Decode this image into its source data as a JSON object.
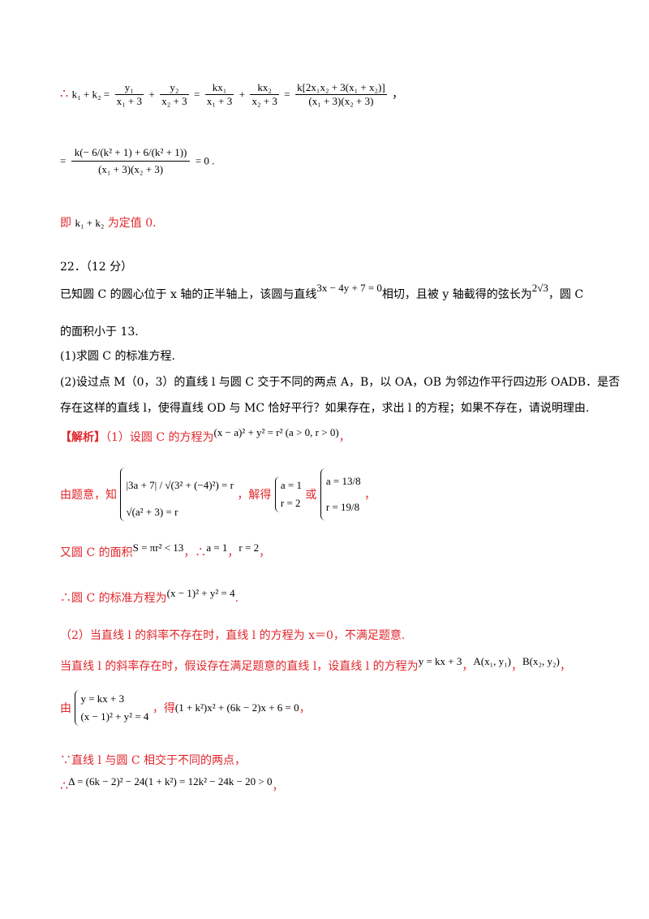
{
  "sym": {
    "therefore": "∴",
    "because": "∵"
  },
  "l1": {
    "math_lhs": "k₁ + k₂ =",
    "f1n": "y₁",
    "f1d": "x₁ + 3",
    "f2n": "y₂",
    "f2d": "x₂ + 3",
    "f3n": "kx₁",
    "f3d": "x₁ + 3",
    "f4n": "kx₂",
    "f4d": "x₂ + 3",
    "f5n": "k[2x₁x₂ + 3(x₁ + x₂)]",
    "f5d": "(x₁ + 3)(x₂ + 3)",
    "tail": "，"
  },
  "l2": {
    "num": "k(− 6/(k² + 1) + 6/(k² + 1))",
    "den": "(x₁ + 3)(x₂ + 3)",
    "tail": "= 0 ."
  },
  "l3": {
    "pre": "即",
    "math": "k₁ + k₂",
    "post": "为定值 0."
  },
  "q": {
    "number": "22．（12 分）",
    "p1a": "已知圆 C 的圆心位于 x 轴的正半轴上，该圆与直线",
    "p1m": "3x − 4y + 7 = 0",
    "p1b": "相切，且被 y 轴截得的弦长为",
    "p1m2": "2√3",
    "p1c": "，圆 C",
    "p2": "的面积小于 13.",
    "p3": "(1)求圆 C 的标准方程.",
    "p4": "(2)设过点 M（0，3）的直线 l 与圆 C 交于不同的两点 A，B，以 OA，OB 为邻边作平行四边形 OADB．是否",
    "p5": "存在这样的直线 l，使得直线 OD 与 MC 恰好平行？如果存在，求出 l 的方程；如果不存在，请说明理由."
  },
  "s": {
    "tag": "【解析】",
    "a1": "（1）设圆 C 的方程为",
    "a1m": "(x − a)² + y² = r² (a > 0, r > 0)",
    "a1t": "，",
    "b1": "由题意，知",
    "b_sys1": "|3a + 7| / √(3² + (−4)²) = r",
    "b_sys2": "√(a² + 3) = r",
    "b2": "，解得",
    "b_sol1": "a = 1",
    "b_sol2": "r = 2",
    "b3": "或",
    "b_sol3": "a = 13/8",
    "b_sol4": "r = 19/8",
    "b4": "，",
    "c1": "又圆 C 的面积",
    "c1m": "S = πr² < 13",
    "c2": "，∴",
    "c2m": "a = 1",
    "c3": "，",
    "c3m": "r = 2",
    "c4": "，",
    "d1": "∴圆 C 的标准方程为",
    "d1m": "(x − 1)² + y² = 4",
    "d2": ".",
    "e1": "（2）当直线 l 的斜率不存在时，直线 l 的方程为 x＝0，不满足题意.",
    "f1": "当直线 l 的斜率存在时，假设存在满足题意的直线 l，设直线 l 的方程为",
    "f1m": "y = kx + 3",
    "f2": "，",
    "f2m": "A(x₁, y₁)",
    "f3": "，",
    "f3m": "B(x₂, y₂)",
    "f4": "，",
    "g1": "由",
    "g_sys1": "y = kx + 3",
    "g_sys2": "(x − 1)² + y² = 4",
    "g2": "，得",
    "g2m": "(1 + k²)x² + (6k − 2)x + 6 = 0",
    "g3": "，",
    "h1": "∵直线 l 与圆 C 相交于不同的两点，",
    "i1": "∴",
    "i1m": "Δ = (6k − 2)² − 24(1 + k²) = 12k² − 24k − 20 > 0",
    "i2": "，"
  }
}
